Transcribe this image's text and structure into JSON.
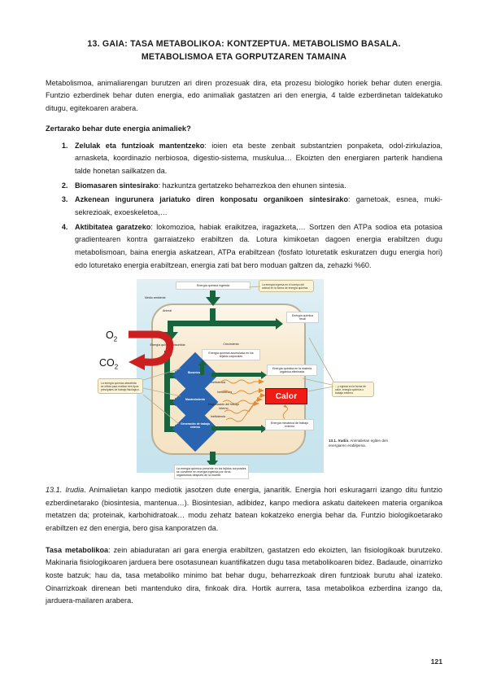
{
  "document": {
    "title_line1": "13. GAIA: TASA METABOLIKOA: KONTZEPTUA. METABOLISMO BASALA.",
    "title_line2": "METABOLISMOA ETA GORPUTZAREN TAMAINA",
    "page_number": "121"
  },
  "intro": {
    "paragraph": "Metabolismoa, animaliarengan burutzen ari diren prozesuak dira, eta prozesu biologiko horiek behar duten energia. Funtzio ezberdinek behar duten energia, edo animaliak gastatzen ari den energia, 4 talde ezberdinetan taldekatuko ditugu, egitekoaren arabera."
  },
  "question_heading": "Zertarako behar dute energia animaliek?",
  "list": {
    "items": [
      {
        "lead": "Zelulak eta funtzioak mantentzeko",
        "rest": ": ioien eta beste zenbait substantzien ponpaketa, odol-zirkulazioa, arnasketa, koordinazio nerbiosoa, digestio-sistema, muskulua… Ekoizten den energiaren parterik handiena talde honetan sailkatzen da."
      },
      {
        "lead": "Biomasaren sintesirako",
        "rest": ": hazkuntza gertatzeko beharrezkoa den ehunen sintesia."
      },
      {
        "lead": "Azkenean ingurunera jariatuko diren konposatu organikoen sintesirako",
        "rest": ": gametoak, esnea, muki-sekrezioak, exoeskeletoa,…"
      },
      {
        "lead": "Aktibitatea garatzeko",
        "rest": ": lokomozioa, habiak eraikitzea, iragazketa,… Sortzen den ATPa sodioa eta potasioa gradientearen kontra garraiatzeko erabiltzen da. Lotura kimikoetan dagoen energia erabiltzen dugu metabolismoan, baina energia askatzean, ATPa erabiltzean (fosfato loturetatik eskuratzen dugu energia hori) edo loturetako energia erabiltzean, energia zati bat bero moduan galtzen da, zehazki %60."
      }
    ]
  },
  "figure": {
    "labels": {
      "ingested": "Energía química ingerida",
      "environment": "Medio ambiente",
      "animal": "Animal",
      "fecal": "Energía química fecal",
      "absorbed": "Energía química absorbida",
      "growth": "Crecimiento",
      "accumulated": "Energía química acumulada en los tejidos corporales",
      "eliminated": "Energía química en la materia orgánica eliminada",
      "mechanical": "Energía mecánica de trabajo externo",
      "bottom": "La energía química presente en los tejidos corporales se convierte en energía ingerida por otros organismos después de la muerte.",
      "heat": "Calor",
      "inefficiency1": "Ineficiencia",
      "inefficiency2": "Ineficiencia",
      "degradation": "Degradación del trabajo interno",
      "inefficiency3": "Ineficiencia"
    },
    "diamonds": [
      "Biosíntesis",
      "Mantenimiento",
      "Generación de trabajo externo"
    ],
    "callouts": {
      "top_right": "La energía ingresa en el cuerpo del animal en la forma de energía química.",
      "left": "La energía química absorbida se utiliza para realizar tres tipos principales de trabajo fisiológico.",
      "right": "…y egresa en la forma de calor, energía química o trabajo externo."
    },
    "gases": {
      "oxygen": "O",
      "oxygen_sub": "2",
      "carbon_dioxide": "CO",
      "carbon_dioxide_sub": "2"
    },
    "inline_caption": {
      "number": "13.1. ",
      "word": "Irudia",
      "text": ". Animalietan egiten den energiaren erabilpena."
    },
    "colors": {
      "arrow_green": "#19633d",
      "diamond_blue": "#2a63b0",
      "heat_red": "#f01b15",
      "panel_cyan": "#cfe8f0",
      "body_cream": "#f5e4c4",
      "callout_yellow": "#fbf4d6",
      "gas_arrow_red": "#cc1f1f",
      "wavy_orange": "#e08b3a"
    }
  },
  "figure_caption": {
    "number": "13.1.",
    "word": "Irudia",
    "text": ". Animalietan kanpo mediotik jasotzen dute energia, janaritik. Energia hori eskuragarri izango ditu funtzio ezberdinetarako (biosintesia, mantenua…). Biosintesian, adibidez, kanpo mediora askatu daitekeen materia organikoa metatzen da; proteinak, karbohidratoak… modu zehatz batean kokatzeko energia behar da. Funtzio biologikoetarako erabiltzen ez den energia, bero gisa kanporatzen da."
  },
  "metabolic_rate": {
    "lead": "Tasa metabolikoa",
    "rest": ": zein abiaduratan ari gara energia erabiltzen, gastatzen edo ekoizten, lan fisiologikoak burutzeko. Makinaria fisiologikoaren jarduera bere osotasunean kuantifikatzen dugu tasa metabolikoaren bidez. Badaude, oinarrizko koste batzuk; hau da, tasa metaboliko minimo bat behar dugu, beharrezkoak diren funtzioak burutu ahal izateko. Oinarrizkoak direnean beti mantenduko dira, finkoak dira. Hortik aurrera, tasa metabolikoa ezberdina izango da, jarduera-mailaren arabera."
  }
}
